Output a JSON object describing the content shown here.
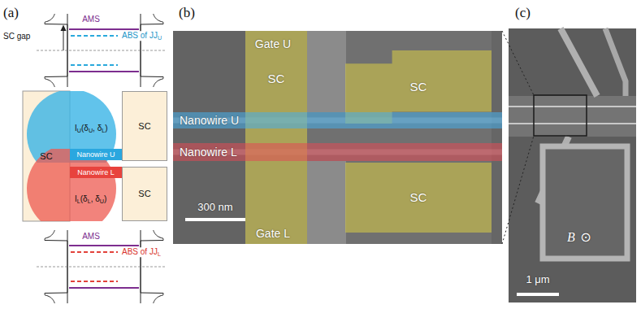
{
  "diagram": {
    "nodes": [
      {
        "text": [
          "SC"
        ]
      },
      {
        "text": [
          "Nanowire U"
        ]
      },
      {
        "text": [
          "Nanowire L"
        ]
      },
      {
        "text": [
          "SC"
        ]
      },
      {
        "text": [
          "SC"
        ]
      },
      {
        "text": [
          "SC"
        ]
      },
      {
        "text": [
          "SC"
        ]
      },
      {
        "text": [
          "Nanowire U"
        ]
      },
      {
        "text": [
          "Nanowire L"
        ]
      },
      {
        "text": [
          "SC"
        ]
      }
    ],
    "labels": [
      "(a)",
      "SC gap",
      "AMS",
      "ABS of JJU",
      "IU(δU, δL)",
      "IL(δL, δU)",
      "AMS",
      "ABS of JJL",
      "(b)",
      "Gate U",
      "300 nm",
      "Gate L",
      "(c)",
      "B",
      "⊙",
      "1 μm"
    ]
  }
}
